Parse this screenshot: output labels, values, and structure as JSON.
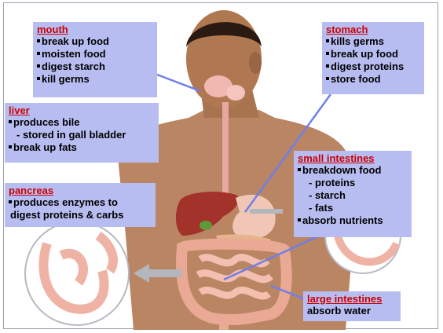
{
  "boxes": {
    "mouth": {
      "title": "mouth",
      "items": [
        "break up food",
        "moisten food",
        "digest starch",
        "kill germs"
      ]
    },
    "stomach": {
      "title": "stomach",
      "items": [
        "kills germs",
        "break up food",
        "digest proteins",
        "store food"
      ]
    },
    "liver": {
      "title": "liver",
      "items": [
        "produces bile",
        "- stored in gall bladder",
        "break up fats"
      ]
    },
    "pancreas": {
      "title": "pancreas",
      "items": [
        "produces enzymes to",
        "digest proteins & carbs"
      ]
    },
    "small_intestines": {
      "title": "small intestines",
      "items": [
        "breakdown food",
        "- proteins",
        "- starch",
        "- fats",
        "absorb nutrients"
      ]
    },
    "large_intestines": {
      "title": "large intestines",
      "items": [
        "absorb water"
      ]
    }
  },
  "colors": {
    "box_fill": "#b7bdf0",
    "title_text": "#cc0000",
    "pointer_line": "#6f7fe8",
    "skin": "#b07850"
  }
}
